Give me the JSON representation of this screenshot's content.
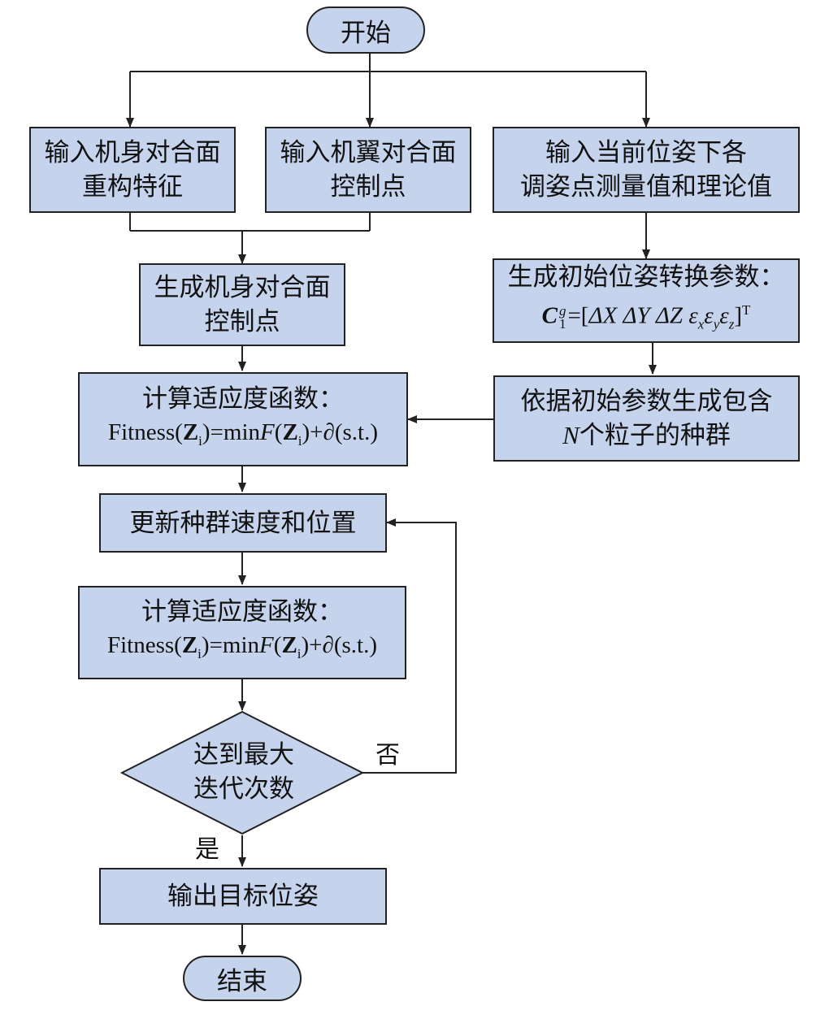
{
  "start_label": "开始",
  "end_label": "结束",
  "box_fuselage": {
    "line1": "输入机身对合面",
    "line2": "重构特征"
  },
  "box_wing": {
    "line1": "输入机翼对合面",
    "line2": "控制点"
  },
  "box_measure": {
    "line1": "输入当前位姿下各",
    "line2": "调姿点测量值和理论值"
  },
  "box_generate_ctrl": {
    "line1": "生成机身对合面",
    "line2": "控制点"
  },
  "box_init_param": {
    "line1": "生成初始位姿转换参数：",
    "f_symbol": "C",
    "f_sup": "g",
    "f_sub": "1",
    "f_eq": "=[",
    "f_dX": "ΔX",
    "f_dY": "ΔY",
    "f_dZ": "ΔZ",
    "f_eps": "ε",
    "f_x": "x",
    "f_y": "y",
    "f_z": "z",
    "f_close": "]",
    "f_T": "T"
  },
  "box_population": {
    "line1": "依据初始参数生成包含",
    "line2_n": "N",
    "line2_rest": "个粒子的种群"
  },
  "fitness": {
    "line1": "计算适应度函数：",
    "word": "Fitness(",
    "Z": "Z",
    "i": "i",
    "mid": ")=min",
    "F": "F",
    "open": "(",
    "tail": ")+∂(s.t.)"
  },
  "box_update": "更新种群速度和位置",
  "decision": {
    "line1": "达到最大",
    "line2": "迭代次数"
  },
  "label_no": "否",
  "label_yes": "是",
  "box_output": "输出目标位姿",
  "colors": {
    "box_fill": "#c5d3ec",
    "stroke": "#222222"
  }
}
